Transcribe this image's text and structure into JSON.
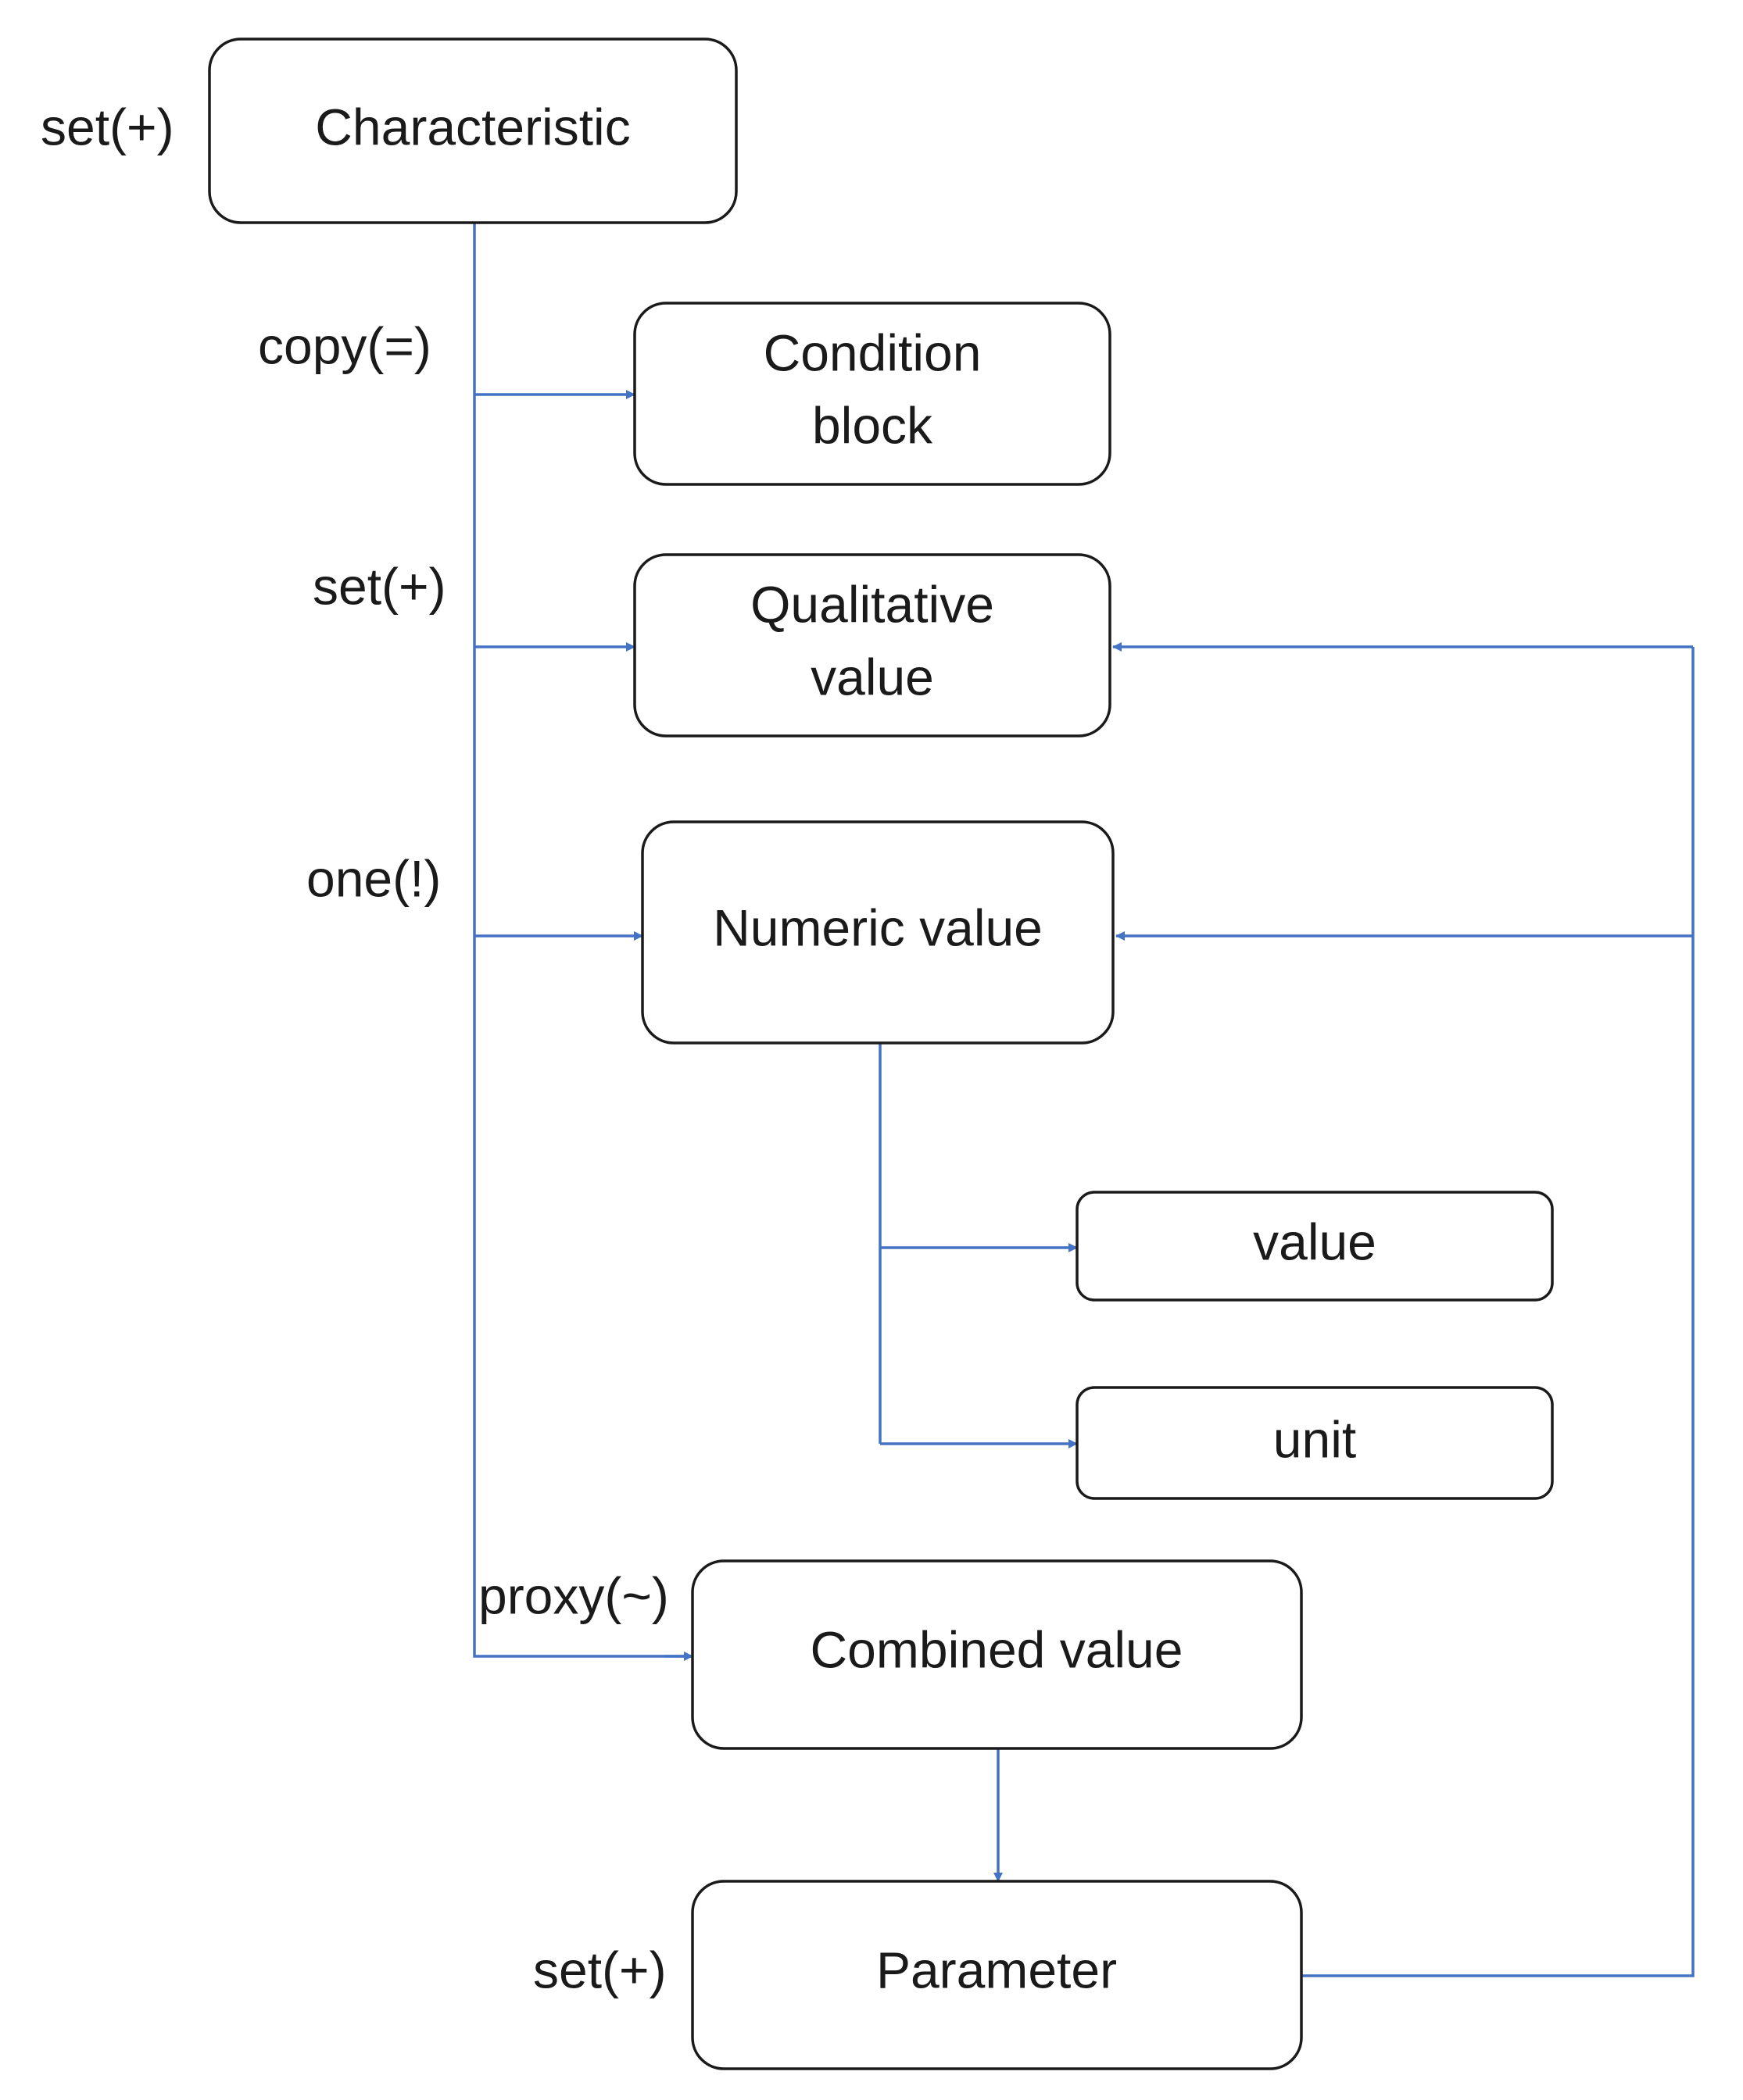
{
  "colors": {
    "connector": "#4472c4",
    "box_stroke": "#1a1a1a",
    "text": "#1a1a1a",
    "background": "#ffffff"
  },
  "nodes": {
    "characteristic": "Characteristic",
    "condition_block": [
      "Condition",
      "block"
    ],
    "qualitative_value": [
      "Qualitative",
      "value"
    ],
    "numeric_value": "Numeric value",
    "value": "value",
    "unit": "unit",
    "combined_value": "Combined value",
    "parameter": "Parameter"
  },
  "labels": {
    "characteristic_cardinality": "set(+)",
    "condition_block_link": "copy(=)",
    "qualitative_value_link": "set(+)",
    "numeric_value_link": "one(!)",
    "combined_value_link": "proxy(~)",
    "parameter_cardinality": "set(+)"
  }
}
